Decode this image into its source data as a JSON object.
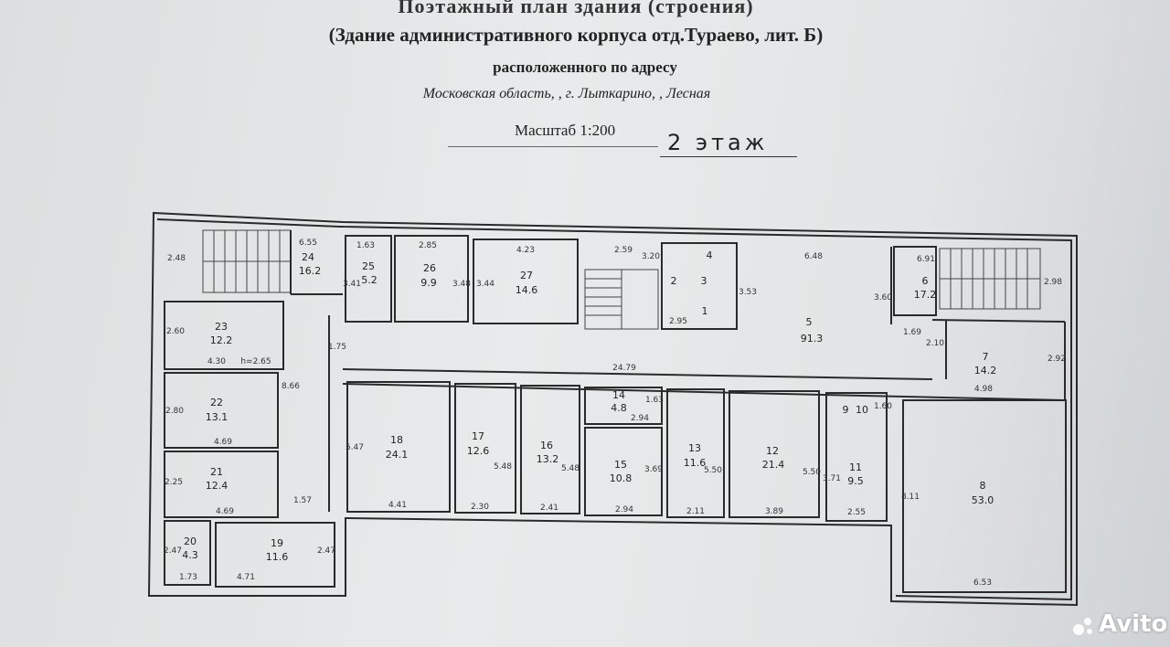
{
  "header": {
    "title": "Поэтажный план здания (строения)",
    "subtitle": "(Здание административного корпуса отд.Тураево,  лит. Б)",
    "located": "расположенного по адресу",
    "address": "Московская область, , г. Лыткарино, , Лесная",
    "scale": "Масштаб 1:200",
    "floor_note": "2 этаж"
  },
  "rooms": [
    {
      "num": "1",
      "area": ""
    },
    {
      "num": "2",
      "area": ""
    },
    {
      "num": "3",
      "area": ""
    },
    {
      "num": "4",
      "area": ""
    },
    {
      "num": "5",
      "area": "91.3"
    },
    {
      "num": "6",
      "area": "17.2"
    },
    {
      "num": "7",
      "area": "14.2"
    },
    {
      "num": "8",
      "area": "53.0"
    },
    {
      "num": "9",
      "area": ""
    },
    {
      "num": "10",
      "area": ""
    },
    {
      "num": "11",
      "area": "9.5"
    },
    {
      "num": "12",
      "area": "21.4"
    },
    {
      "num": "13",
      "area": "11.6"
    },
    {
      "num": "14",
      "area": "4.8"
    },
    {
      "num": "15",
      "area": "10.8"
    },
    {
      "num": "16",
      "area": "13.2"
    },
    {
      "num": "17",
      "area": "12.6"
    },
    {
      "num": "18",
      "area": "24.1"
    },
    {
      "num": "19",
      "area": "11.6"
    },
    {
      "num": "20",
      "area": "4.3"
    },
    {
      "num": "21",
      "area": "12.4"
    },
    {
      "num": "22",
      "area": "13.1"
    },
    {
      "num": "23",
      "area": "12.2"
    },
    {
      "num": "24",
      "area": "16.2"
    },
    {
      "num": "25",
      "area": "5.2"
    },
    {
      "num": "26",
      "area": "9.9"
    },
    {
      "num": "27",
      "area": "14.6"
    }
  ],
  "dimensions": [
    "6.55",
    "2.48",
    "1.63",
    "2.85",
    "4.23",
    "2.59",
    "3.20",
    "6.48",
    "6.91",
    "2.98",
    "3.41",
    "3.48",
    "3.44",
    "3.53",
    "3.60",
    "2.95",
    "2.60",
    "4.30",
    "h=2.65",
    "1.75",
    "24.79",
    "2.80",
    "8.66",
    "4.69",
    "2.25",
    "4.69",
    "1.57",
    "2.47",
    "1.73",
    "4.71",
    "2.47",
    "5.47",
    "4.41",
    "5.48",
    "2.30",
    "5.48",
    "2.41",
    "1.63",
    "2.94",
    "3.69",
    "2.94",
    "5.50",
    "2.11",
    "3.89",
    "5.50",
    "3.71",
    "2.55",
    "1.60",
    "1.69",
    "2.10",
    "2.92",
    "4.98",
    "8.11",
    "6.53"
  ],
  "watermark": "Avito"
}
